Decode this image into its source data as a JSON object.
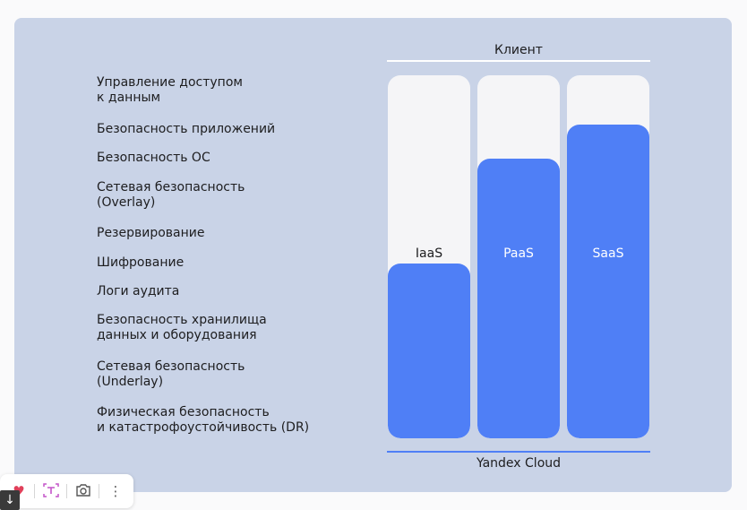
{
  "layers": [
    [
      "Управление доступом",
      "к данным"
    ],
    [
      "Безопасность приложений"
    ],
    [
      "Безопасность ОС"
    ],
    [
      "Сетевая безопасность",
      "(Overlay)"
    ],
    [
      "Резервирование"
    ],
    [
      "Шифрование"
    ],
    [
      "Логи аудита"
    ],
    [
      "Безопасность хранилища",
      "данных и оборудования"
    ],
    [
      "Сетевая безопасность",
      "(Underlay)"
    ],
    [
      "Физическая безопасность",
      "и катастрофоустойчивость (DR)"
    ]
  ],
  "header": {
    "label": "Клиент"
  },
  "footer": {
    "label": "Yandex Cloud"
  },
  "models": [
    {
      "name": "IaaS",
      "provider_layers": 5,
      "label_color": "#1d1d1f"
    },
    {
      "name": "PaaS",
      "provider_layers": 8,
      "label_color": "#ffffff"
    },
    {
      "name": "SaaS",
      "provider_layers": 9,
      "label_color": "#ffffff"
    }
  ],
  "colors": {
    "panel": "#c9d3e7",
    "client": "#f5f5f7",
    "provider": "#4f7ff6",
    "text": "#1d1d1f"
  },
  "toolbar": {
    "icons": [
      "heart-icon",
      "text-recognition-icon",
      "camera-icon",
      "more-vertical-icon"
    ],
    "down_arrow": "↓"
  }
}
